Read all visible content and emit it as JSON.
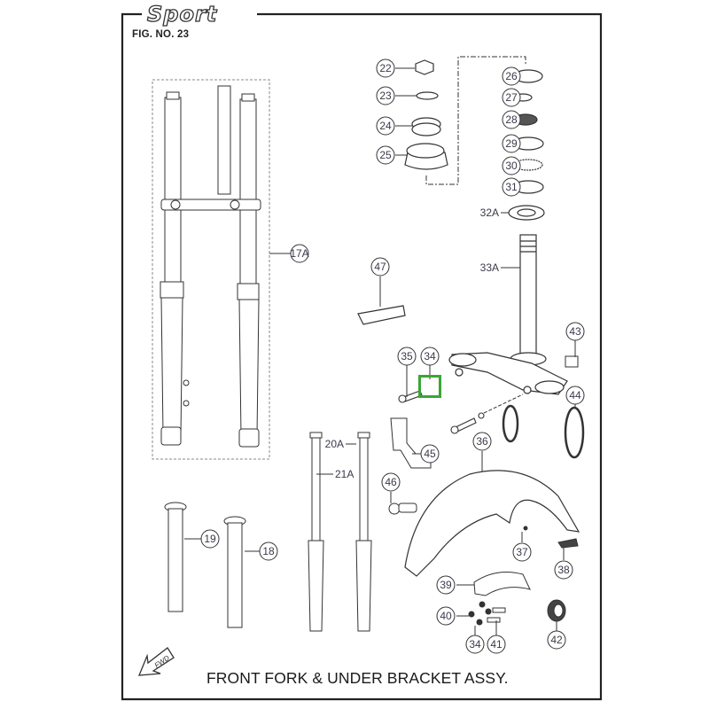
{
  "header": {
    "brand": "Sport",
    "figure_number": "FIG. NO. 23"
  },
  "title": "FRONT FORK & UNDER BRACKET ASSY.",
  "direction_marker": "FWD",
  "highlight": {
    "part": "34",
    "color": "#3aa635"
  },
  "callouts": [
    {
      "id": "17A",
      "label": "17A"
    },
    {
      "id": "18",
      "label": "18"
    },
    {
      "id": "19",
      "label": "19"
    },
    {
      "id": "20A",
      "label": "20A"
    },
    {
      "id": "21A",
      "label": "21A"
    },
    {
      "id": "22",
      "label": "22"
    },
    {
      "id": "23",
      "label": "23"
    },
    {
      "id": "24",
      "label": "24"
    },
    {
      "id": "25",
      "label": "25"
    },
    {
      "id": "26",
      "label": "26"
    },
    {
      "id": "27",
      "label": "27"
    },
    {
      "id": "28",
      "label": "28"
    },
    {
      "id": "29",
      "label": "29"
    },
    {
      "id": "30",
      "label": "30"
    },
    {
      "id": "31",
      "label": "31"
    },
    {
      "id": "32A",
      "label": "32A"
    },
    {
      "id": "33A",
      "label": "33A"
    },
    {
      "id": "34",
      "label": "34"
    },
    {
      "id": "35",
      "label": "35"
    },
    {
      "id": "36",
      "label": "36"
    },
    {
      "id": "37",
      "label": "37"
    },
    {
      "id": "38",
      "label": "38"
    },
    {
      "id": "39",
      "label": "39"
    },
    {
      "id": "40",
      "label": "40"
    },
    {
      "id": "34b",
      "label": "34"
    },
    {
      "id": "41",
      "label": "41"
    },
    {
      "id": "42",
      "label": "42"
    },
    {
      "id": "43",
      "label": "43"
    },
    {
      "id": "44",
      "label": "44"
    },
    {
      "id": "45",
      "label": "45"
    },
    {
      "id": "46",
      "label": "46"
    },
    {
      "id": "47",
      "label": "47"
    }
  ]
}
